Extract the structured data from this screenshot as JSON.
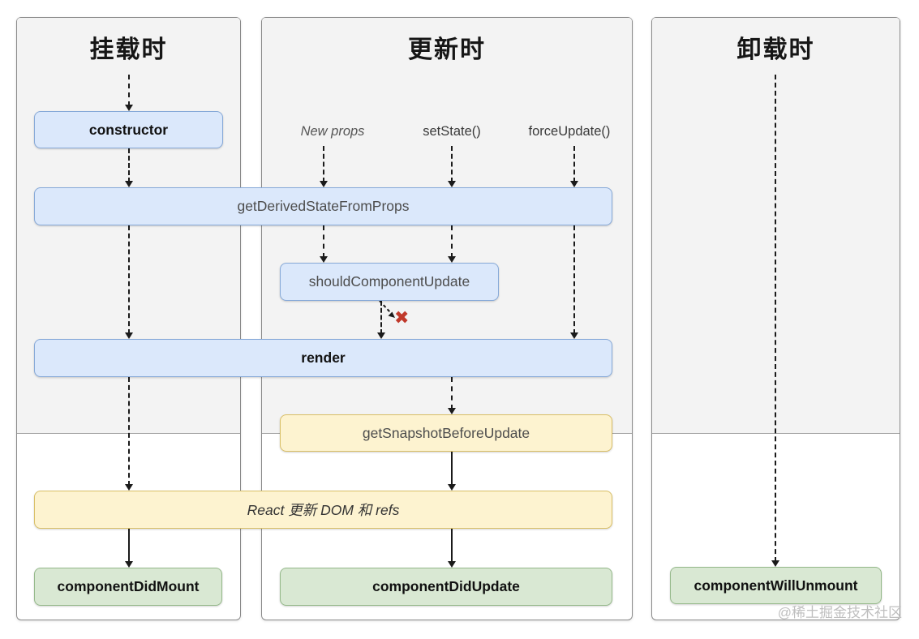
{
  "diagram": {
    "watermark": "@稀土掘金技术社区",
    "columns": {
      "mounting": {
        "title": "挂载时"
      },
      "updating": {
        "title": "更新时"
      },
      "unmounting": {
        "title": "卸载时"
      }
    },
    "triggers": {
      "new_props": "New props",
      "set_state": "setState()",
      "force_update": "forceUpdate()"
    },
    "nodes": {
      "ctor": "constructor",
      "get_derived_state_from_props": "getDerivedStateFromProps",
      "should_component_update": "shouldComponentUpdate",
      "render": "render",
      "get_snapshot_before_update": "getSnapshotBeforeUpdate",
      "react_updates_dom": "React 更新 DOM 和 refs",
      "component_did_mount": "componentDidMount",
      "component_did_update": "componentDidUpdate",
      "component_will_unmount": "componentWillUnmount"
    },
    "icons": {
      "reject_x": "✖"
    },
    "colors": {
      "blue_fill": "#dbe8fb",
      "blue_border": "#86a9d8",
      "yellow_fill": "#fdf3d0",
      "yellow_border": "#d9bf66",
      "green_fill": "#d9e8d3",
      "green_border": "#95b98a",
      "phase_bg": "#f3f3f3",
      "column_border": "#8a8a8a",
      "arrow": "#1a1a1a",
      "reject_x": "#c0392b",
      "watermark": "#bfbfbf"
    }
  }
}
